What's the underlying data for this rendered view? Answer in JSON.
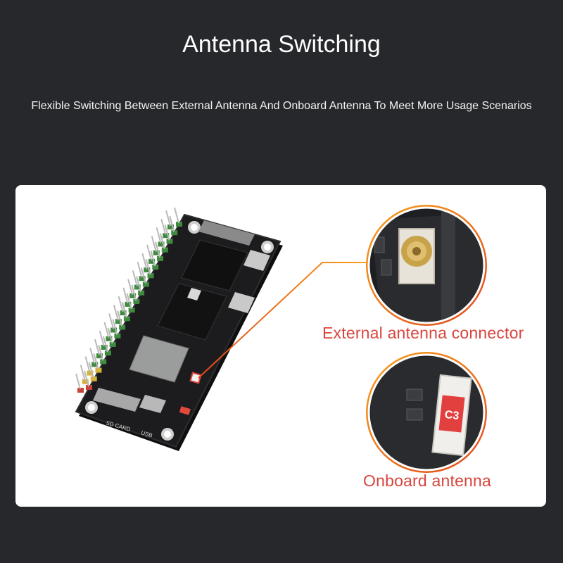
{
  "header": {
    "title": "Antenna Switching",
    "subtitle": "Flexible Switching Between External Antenna And Onboard Antenna To Meet More Usage Scenarios"
  },
  "callouts": {
    "external_label": "External antenna connector",
    "onboard_label": "Onboard antenna"
  },
  "board": {
    "sd_card_label": "SD CARD",
    "usb_label": "USB",
    "chip_label": "C3"
  },
  "colors": {
    "background": "#27282b",
    "card": "#ffffff",
    "accent": "#e8601a",
    "callout_text": "#d9453e",
    "board": "#1c1c1e"
  }
}
